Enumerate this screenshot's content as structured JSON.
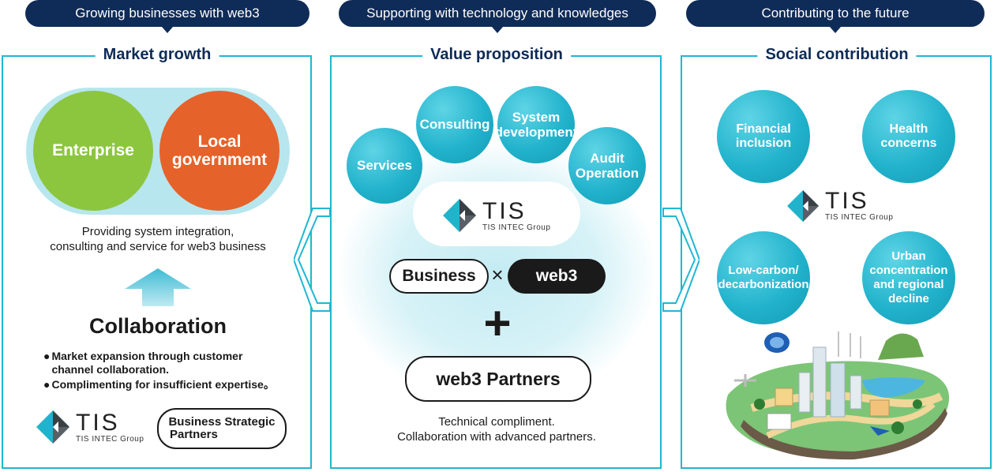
{
  "headers": [
    {
      "label": "Growing businesses with web3"
    },
    {
      "label": "Supporting with technology and knowledges"
    },
    {
      "label": "Contributing to the future"
    }
  ],
  "market": {
    "title": "Market growth",
    "enterprise": "Enterprise",
    "local_line1": "Local",
    "local_line2": "government",
    "desc_line1": "Providing system integration,",
    "desc_line2": "consulting and service for web3 business",
    "collab_title": "Collaboration",
    "bullet1_line1": "Market expansion through customer",
    "bullet1_line2": "channel collaboration.",
    "bullet2": "Complimenting for insufficient expertise。",
    "partner_line1": "Business Strategic",
    "partner_line2": "Partners"
  },
  "value": {
    "title": "Value proposition",
    "services": "Services",
    "consulting": "Consulting",
    "sysdev_line1": "System",
    "sysdev_line2": "development",
    "audit_line1": "Audit",
    "audit_line2": "Operation",
    "business": "Business",
    "times": "×",
    "web3": "web3",
    "plus": "+",
    "partners": "web3 Partners",
    "desc_line1": "Technical compliment.",
    "desc_line2": "Collaboration with advanced partners."
  },
  "social": {
    "title": "Social contribution",
    "financial_line1": "Financial",
    "financial_line2": "inclusion",
    "health_line1": "Health",
    "health_line2": "concerns",
    "lowcarbon_line1": "Low-carbon/",
    "lowcarbon_line2": "decarbonization",
    "urban_line1": "Urban",
    "urban_line2": "concentration",
    "urban_line3": "and regional",
    "urban_line4": "decline"
  },
  "logo": {
    "word": "TIS",
    "sub": "TIS INTEC Group"
  },
  "colors": {
    "navy": "#0f2b57",
    "teal": "#22b3cc",
    "green": "#8cc63f",
    "orange": "#e5622a",
    "light_teal": "#b7e6ee"
  }
}
